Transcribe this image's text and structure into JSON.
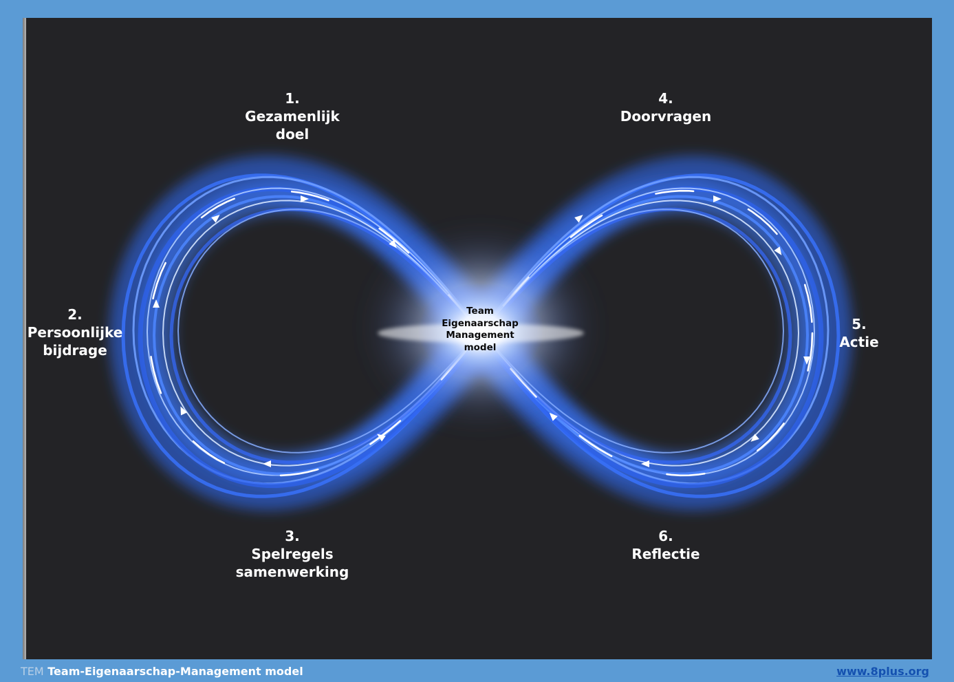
{
  "steps": [
    {
      "number": "1.",
      "lines": [
        "Gezamenlijk",
        "doel"
      ]
    },
    {
      "number": "2.",
      "lines": [
        "Persoonlijke",
        "bijdrage"
      ]
    },
    {
      "number": "3.",
      "lines": [
        "Spelregels",
        "samenwerking"
      ]
    },
    {
      "number": "4.",
      "lines": [
        "Doorvragen"
      ]
    },
    {
      "number": "5.",
      "lines": [
        "Actie"
      ]
    },
    {
      "number": "6.",
      "lines": [
        "Reflectie"
      ]
    }
  ],
  "center": {
    "lines": [
      "Team",
      "Eigenaarschap",
      "Management",
      "model"
    ]
  },
  "footer": {
    "abbrev": "TEM",
    "title": "Team-Eigenaarschap-Management model",
    "link": "www.8plus.org"
  },
  "colors": {
    "frame": "#5b9bd5",
    "background": "#232326",
    "glow": "#3f7fff",
    "highlight": "#ffffff",
    "link": "#1451b0"
  }
}
